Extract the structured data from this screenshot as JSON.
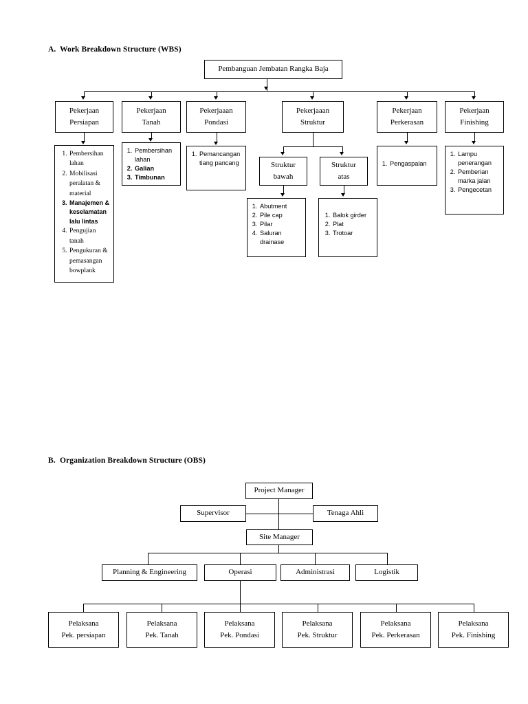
{
  "document": {
    "sections": [
      {
        "letter": "A.",
        "title": "Work Breakdown Structure (WBS)"
      },
      {
        "letter": "B.",
        "title": "Organization Breakdown Structure (OBS)"
      }
    ]
  },
  "wbs": {
    "root": {
      "line1": "Pembanguan Jembatan Rangka Baja"
    },
    "level2": [
      {
        "line1": "Pekerjaan",
        "line2": "Persiapan"
      },
      {
        "line1": "Pekerjaan",
        "line2": "Tanah"
      },
      {
        "line1": "Pekerjaaan",
        "line2": "Pondasi"
      },
      {
        "line1": "Pekerjaaan",
        "line2": "Struktur"
      },
      {
        "line1": "Pekerjaan",
        "line2": "Perkerasan"
      },
      {
        "line1": "Pekerjaan",
        "line2": "Finishing"
      }
    ],
    "persiapan_items": [
      "Pembersihan lahan",
      "Mobilisasi peralatan & material",
      "Manajemen & keselamatan lalu lintas",
      "Pengujian tanah",
      "Pengukuran & pemasangan bowplank"
    ],
    "tanah_items": [
      "Pembersihan lahan",
      "Galian",
      "Timbunan"
    ],
    "pondasi_items": [
      "Pemancangan tiang pancang"
    ],
    "struktur_children": [
      {
        "line1": "Struktur",
        "line2": "bawah"
      },
      {
        "line1": "Struktur",
        "line2": "atas"
      }
    ],
    "struktur_bawah_items": [
      "Abutment",
      "Pile cap",
      "Pilar",
      "Saluran drainase"
    ],
    "struktur_atas_items": [
      "Balok girder",
      "Plat",
      "Trotoar"
    ],
    "perkerasan_items": [
      "Pengaspalan"
    ],
    "finishing_items": [
      "Lampu penerangan",
      "Pemberian marka jalan",
      "Pengecetan"
    ]
  },
  "obs": {
    "project_manager": {
      "line1": "Project Manager"
    },
    "supervisor": {
      "line1": "Supervisor"
    },
    "tenaga_ahli": {
      "line1": "Tenaga Ahli"
    },
    "site_manager": {
      "line1": "Site Manager"
    },
    "departments": [
      {
        "line1": "Planning & Engineering"
      },
      {
        "line1": "Operasi"
      },
      {
        "line1": "Administrasi"
      },
      {
        "line1": "Logistik"
      }
    ],
    "pelaksana": [
      {
        "line1": "Pelaksana",
        "line2": "Pek. persiapan"
      },
      {
        "line1": "Pelaksana",
        "line2": "Pek. Tanah"
      },
      {
        "line1": "Pelaksana",
        "line2": "Pek. Pondasi"
      },
      {
        "line1": "Pelaksana",
        "line2": "Pek. Struktur"
      },
      {
        "line1": "Pelaksana",
        "line2": "Pek. Perkerasan"
      },
      {
        "line1": "Pelaksana",
        "line2": "Pek. Finishing"
      }
    ]
  },
  "colors": {
    "line": "#000000",
    "background": "#ffffff"
  }
}
